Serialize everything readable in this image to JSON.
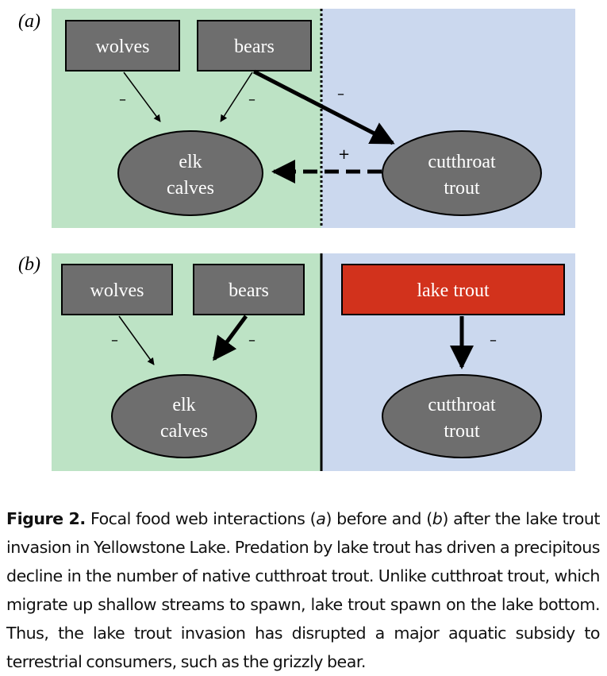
{
  "colors": {
    "terrestrial_bg": "#bde3c5",
    "aquatic_bg": "#cbd8ee",
    "node_fill": "#6e6e6e",
    "invader_fill": "#d2321c",
    "node_stroke": "#000000"
  },
  "panel_a": {
    "label": "(a)",
    "nodes": {
      "wolves": "wolves",
      "bears": "bears",
      "elk_line1": "elk",
      "elk_line2": "calves",
      "trout_line1": "cutthroat",
      "trout_line2": "trout"
    },
    "signs": {
      "wolves_elk": "–",
      "bears_elk": "–",
      "bears_trout": "–",
      "trout_elk": "+"
    },
    "divider_style": "dotted"
  },
  "panel_b": {
    "label": "(b)",
    "nodes": {
      "wolves": "wolves",
      "bears": "bears",
      "lake_trout": "lake trout",
      "elk_line1": "elk",
      "elk_line2": "calves",
      "trout_line1": "cutthroat",
      "trout_line2": "trout"
    },
    "signs": {
      "wolves_elk": "–",
      "bears_elk": "–",
      "laketrout_trout": "–"
    },
    "divider_style": "solid"
  },
  "caption": {
    "label": "Figure 2.",
    "part1": " Focal food web interactions (",
    "a": "a",
    "part2": ") before and (",
    "b": "b",
    "part3": ") after the lake trout invasion in Yellowstone Lake. Predation by lake trout has driven a precipitous decline in the number of native cutthroat trout. Unlike cutthroat trout, which migrate up shallow streams to spawn, lake trout spawn on the lake bottom. Thus, the lake trout invasion has disrupted a major aquatic subsidy to terrestrial consumers, such as the grizzly bear."
  }
}
